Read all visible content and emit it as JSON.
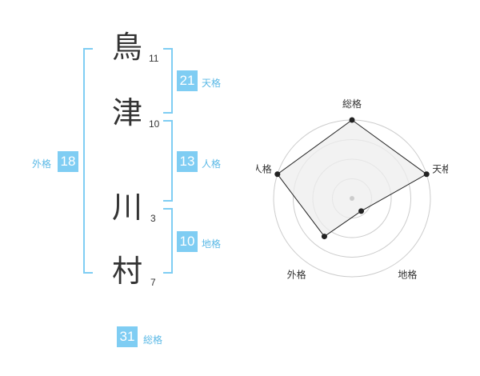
{
  "name": {
    "chars": [
      {
        "char": "鳥",
        "strokes": "11"
      },
      {
        "char": "津",
        "strokes": "10"
      },
      {
        "char": "川",
        "strokes": "3"
      },
      {
        "char": "村",
        "strokes": "7"
      }
    ]
  },
  "kakusu": {
    "tenkaku": {
      "value": "21",
      "label": "天格"
    },
    "jinkaku": {
      "value": "13",
      "label": "人格"
    },
    "chikaku": {
      "value": "10",
      "label": "地格"
    },
    "gaikaku": {
      "value": "18",
      "label": "外格"
    },
    "soukaku": {
      "value": "31",
      "label": "総格"
    }
  },
  "chart_data": {
    "type": "radar",
    "axes": [
      "総格",
      "天格",
      "地格",
      "外格",
      "人格"
    ],
    "values": [
      5,
      5,
      1,
      3,
      5
    ],
    "max": 5,
    "rings": 4,
    "colors": {
      "fill": "#eeeeee",
      "line": "#222222",
      "ring": "#cccccc",
      "center": "#cccccc"
    }
  },
  "colors": {
    "accent": "#7fcdf3",
    "label": "#5bb9e6",
    "text": "#333333"
  }
}
